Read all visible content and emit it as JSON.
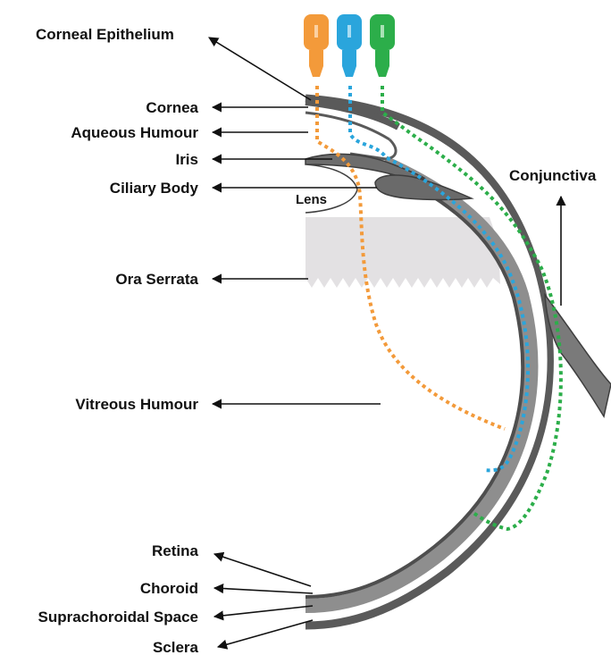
{
  "labels": {
    "corneal_epithelium": "Corneal Epithelium",
    "cornea": "Cornea",
    "aqueous_humour": "Aqueous Humour",
    "iris": "Iris",
    "ciliary_body": "Ciliary Body",
    "lens": "Lens",
    "ora_serrata": "Ora Serrata",
    "vitreous_humour": "Vitreous Humour",
    "conjunctiva": "Conjunctiva",
    "retina": "Retina",
    "choroid": "Choroid",
    "suprachoroidal_space": "Suprachoroidal Space",
    "sclera": "Sclera"
  },
  "colors": {
    "orange_route": "#f39a3a",
    "blue_route": "#2aa5dc",
    "green_route": "#2cae4a",
    "tissue_dark": "#555555",
    "tissue_mid": "#8f8f8f",
    "vitreous_fill": "#e3e1e3"
  },
  "icons": [
    "orange-dropper-icon",
    "blue-dropper-icon",
    "green-dropper-icon"
  ]
}
